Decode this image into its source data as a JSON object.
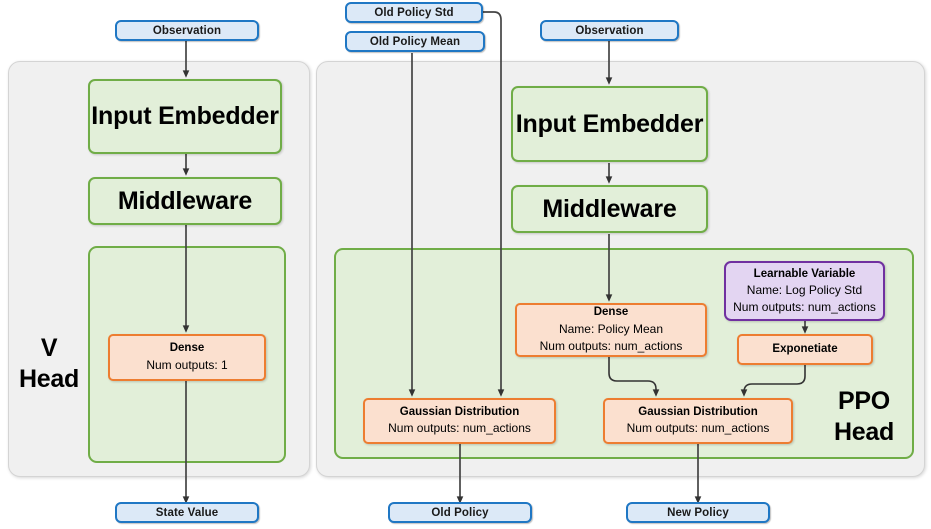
{
  "diagram": {
    "title": "PPO network architecture (V Head / PPO Head)",
    "colors": {
      "io_fill": "#dce9f7",
      "io_border": "#1f77c4",
      "green_fill": "#e2efd9",
      "green_border": "#70ad47",
      "orange_fill": "#fbe0cf",
      "orange_border": "#ed7d31",
      "purple_fill": "#e3d5f2",
      "purple_border": "#7030a0",
      "card_fill": "#f0f0f0",
      "card_border": "#d4d4d4",
      "arrow": "#404040"
    }
  },
  "inputs": {
    "observation_left": "Observation",
    "observation_right": "Observation",
    "old_policy_std": "Old Policy Std",
    "old_policy_mean": "Old Policy Mean"
  },
  "outputs": {
    "state_value": "State Value",
    "old_policy": "Old Policy",
    "new_policy": "New Policy"
  },
  "v_head": {
    "label": "V\nHead",
    "label_line1": "V",
    "label_line2": "Head",
    "input_embedder": "Input Embedder",
    "middleware": "Middleware",
    "dense": {
      "title": "Dense",
      "num_outputs": "Num outputs: 1"
    }
  },
  "ppo_head": {
    "label_line1": "PPO",
    "label_line2": "Head",
    "input_embedder": "Input Embedder",
    "middleware": "Middleware",
    "dense": {
      "title": "Dense",
      "name": "Name: Policy Mean",
      "num_outputs": "Num outputs: num_actions"
    },
    "learnable_variable": {
      "title": "Learnable Variable",
      "name": "Name: Log Policy Std",
      "num_outputs": "Num outputs: num_actions"
    },
    "exponetiate": "Exponetiate",
    "gaussian_old": {
      "title": "Gaussian Distribution",
      "num_outputs": "Num outputs: num_actions"
    },
    "gaussian_new": {
      "title": "Gaussian Distribution",
      "num_outputs": "Num outputs: num_actions"
    }
  }
}
